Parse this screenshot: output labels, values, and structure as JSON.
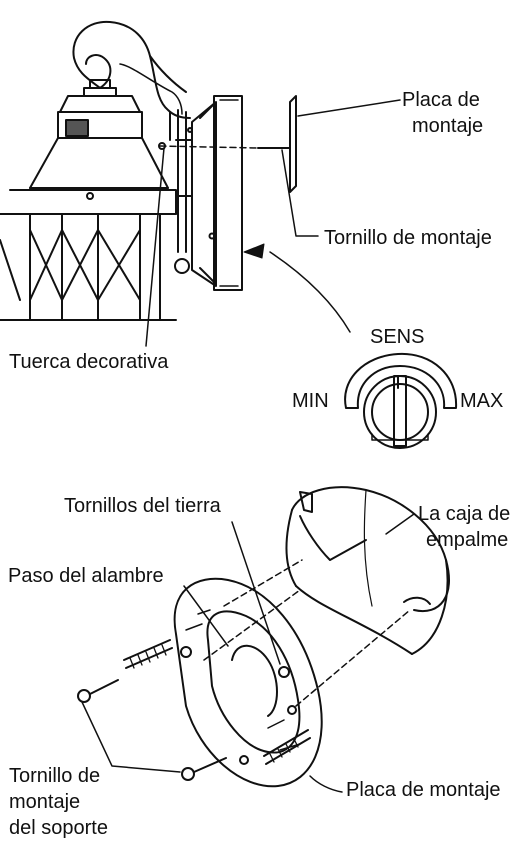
{
  "upper_diagram": {
    "labels": {
      "mounting_plate": [
        "Placa de",
        "montaje"
      ],
      "mounting_screw": "Tornillo de montaje",
      "decorative_nut": "Tuerca decorativa"
    },
    "sensor_dial": {
      "title": "SENS",
      "min_label": "MIN",
      "max_label": "MAX"
    }
  },
  "lower_diagram": {
    "labels": {
      "ground_screws": "Tornillos del tierra",
      "junction_box": [
        "La caja de",
        "empalme"
      ],
      "wire_passage": "Paso del alambre",
      "bracket_screw": [
        "Tornillo de",
        "montaje",
        "del soporte"
      ],
      "mounting_plate": "Placa de montaje"
    }
  }
}
